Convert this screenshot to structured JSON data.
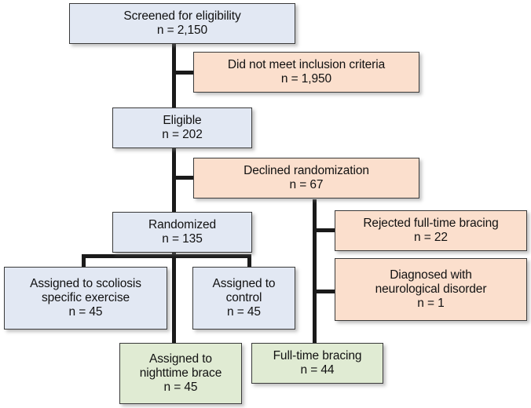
{
  "figure": {
    "type": "flowchart",
    "title": "CONSORT-style participant flow diagram",
    "colors": {
      "included_fill": "#e2e8f3",
      "excluded_fill": "#fbdfcd",
      "intervention_fill": "#e0ebd3",
      "border": "#3a3a3a",
      "connector": "#1a1a1a",
      "text": "#111111",
      "background": "#ffffff"
    }
  },
  "nodes": {
    "screened": {
      "line1": "Screened for eligibility",
      "line2": "n = 2,150",
      "count": 2150,
      "category": "included"
    },
    "not_met_inclusion": {
      "line1": "Did not meet inclusion criteria",
      "line2": "n = 1,950",
      "count": 1950,
      "category": "excluded"
    },
    "eligible": {
      "line1": "Eligible",
      "line2": "n = 202",
      "count": 202,
      "category": "included"
    },
    "declined": {
      "line1": "Declined randomization",
      "line2": "n = 67",
      "count": 67,
      "category": "excluded"
    },
    "randomized": {
      "line1": "Randomized",
      "line2": "n = 135",
      "count": 135,
      "category": "included"
    },
    "rejected_fulltime": {
      "line1": "Rejected full-time bracing",
      "line2": "n = 22",
      "count": 22,
      "category": "excluded"
    },
    "neuro_disorder": {
      "line1": "Diagnosed with",
      "line2": "neurological disorder",
      "line3": "n = 1",
      "count": 1,
      "category": "excluded"
    },
    "scoliosis_exercise": {
      "line1": "Assigned to scoliosis",
      "line2": "specific exercise",
      "line3": "n = 45",
      "count": 45,
      "category": "included"
    },
    "control": {
      "line1": "Assigned to",
      "line2": "control",
      "line3": "n = 45",
      "count": 45,
      "category": "included"
    },
    "nighttime_brace": {
      "line1": "Assigned to",
      "line2": "nighttime brace",
      "line3": "n = 45",
      "count": 45,
      "category": "intervention"
    },
    "fulltime_bracing": {
      "line1": "Full-time bracing",
      "line2": "n = 44",
      "count": 44,
      "category": "intervention"
    }
  }
}
